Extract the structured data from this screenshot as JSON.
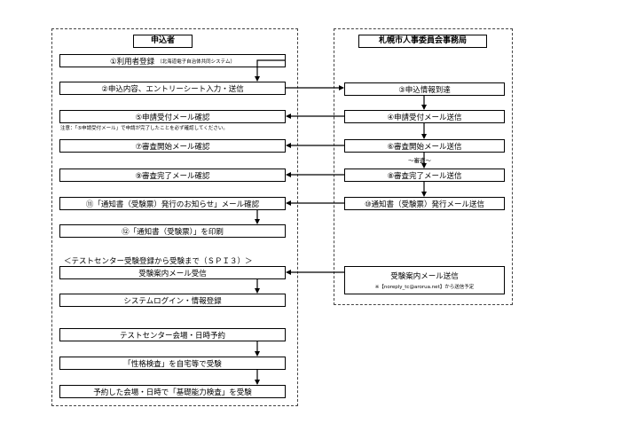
{
  "headers": {
    "applicant": "申込者",
    "office": "札幌市人事委員会事務局"
  },
  "applicant_steps": {
    "s1_main": "①利用者登録",
    "s1_note": "（北海道電子自治体共同システム）",
    "s2": "②申込内容、エントリーシート入力・送信",
    "s5": "⑤申請受付メール確認",
    "note": "注意：「⑤申請受付メール」で申請が完了したことを必ず確認してください。",
    "s7": "⑦審査開始メール確認",
    "s9": "⑨審査完了メール確認",
    "s11": "⑪「通知書（受験票）発行のお知らせ」メール確認",
    "s12": "⑫「通知書（受験票）」を印刷",
    "section_title": "＜テストセンター受験登録から受験まで（ＳＰＩ３）＞",
    "t1": "受験案内メール受信",
    "t2": "システムログイン・情報登録",
    "t3": "テストセンター会場・日時予約",
    "t4": "「性格検査」を自宅等で受験",
    "t5": "予約した会場・日時で「基礎能力検査」を受験"
  },
  "office_steps": {
    "s3": "③申込情報到達",
    "s4": "④申請受付メール送信",
    "s6": "⑥審査開始メール送信",
    "review": "～審査～",
    "s8": "⑧審査完了メール送信",
    "s10": "⑩通知書（受験票）発行メール送信",
    "exam_mail": "受験案内メール送信",
    "exam_mail_note": "※【noreply_tc@arorua.net】から送信予定"
  }
}
